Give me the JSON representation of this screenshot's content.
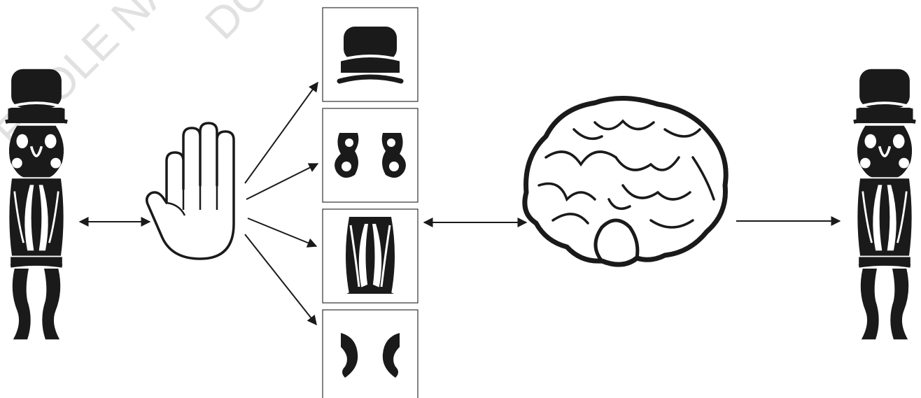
{
  "watermark": {
    "line1": "ECOLE NAT",
    "line2": "DO"
  },
  "colors": {
    "ink": "#1a1a1a",
    "frame": "#333333",
    "background": "#ffffff",
    "watermark": "#c9c9c9"
  },
  "figures": {
    "left": "tribal-statue-figure",
    "right": "tribal-statue-figure"
  },
  "hand": "open-hand-icon",
  "parts": [
    "headdress-part",
    "eyes-part",
    "torso-part",
    "legs-part"
  ],
  "brain": "brain-icon"
}
